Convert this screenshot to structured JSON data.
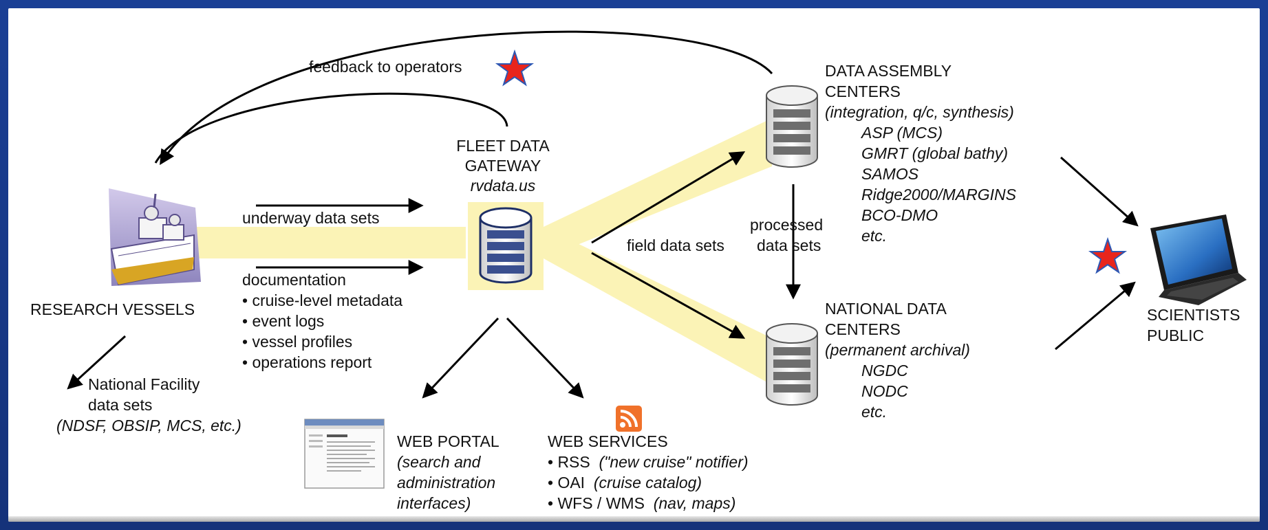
{
  "feedback_label": "feedback to operators",
  "gateway": {
    "title_1": "FLEET DATA",
    "title_2": "GATEWAY",
    "url": "rvdata.us"
  },
  "vessels_label": "RESEARCH VESSELS",
  "underway_label": "underway data sets",
  "documentation": {
    "heading": "documentation",
    "items": [
      "• cruise-level metadata",
      "• event logs",
      "• vessel profiles",
      "• operations report"
    ]
  },
  "facility": {
    "line1": "National Facility",
    "line2": "data sets",
    "line3": "(NDSF, OBSIP, MCS, etc.)"
  },
  "field_label": "field data sets",
  "processed": {
    "line1": "processed",
    "line2": "data sets"
  },
  "dac": {
    "title_1": "DATA ASSEMBLY",
    "title_2": "CENTERS",
    "subtitle": "(integration, q/c, synthesis)",
    "items": [
      "ASP (MCS)",
      "GMRT (global bathy)",
      "SAMOS",
      "Ridge2000/MARGINS",
      "BCO-DMO",
      "etc."
    ]
  },
  "ndc": {
    "title_1": "NATIONAL DATA",
    "title_2": "CENTERS",
    "subtitle": "(permanent archival)",
    "items": [
      "NGDC",
      "NODC",
      "etc."
    ]
  },
  "scientists": {
    "line1": "SCIENTISTS",
    "line2": "PUBLIC"
  },
  "portal": {
    "title": "WEB PORTAL",
    "line1": "(search and",
    "line2": "administration",
    "line3": "interfaces)"
  },
  "services": {
    "title": "WEB SERVICES",
    "items": [
      {
        "name": "• RSS",
        "desc": "(\"new cruise\" notifier)"
      },
      {
        "name": "• OAI",
        "desc": "(cruise catalog)"
      },
      {
        "name": "• WFS / WMS",
        "desc": "(nav, maps)"
      }
    ]
  },
  "icons": [
    "ship-icon",
    "database-icon",
    "laptop-icon",
    "rss-icon",
    "star-icon",
    "web-portal-thumbnail"
  ],
  "colors": {
    "flow_band": "#fbf3b6",
    "star": "#e8251c",
    "rss": "#f0712a",
    "frame": "#1a3f95"
  }
}
